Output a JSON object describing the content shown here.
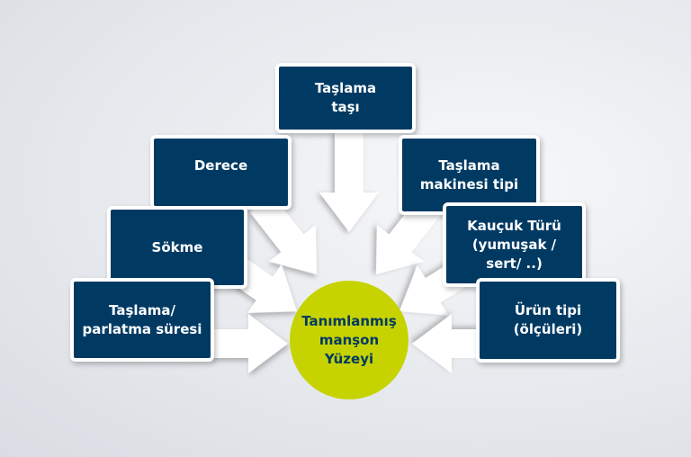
{
  "diagram": {
    "center": {
      "lines": [
        "Tanımlanmış",
        "manşon",
        "Yüzeyi"
      ]
    },
    "factors": [
      {
        "id": "tasi",
        "lines": [
          "Taşlama",
          "taşı"
        ]
      },
      {
        "id": "derece",
        "lines": [
          "Derece"
        ]
      },
      {
        "id": "sokme",
        "lines": [
          "Sökme"
        ]
      },
      {
        "id": "sure",
        "lines": [
          "Taşlama/",
          "parlatma süresi"
        ]
      },
      {
        "id": "makine",
        "lines": [
          "Taşlama",
          "makinesi tipi"
        ]
      },
      {
        "id": "kaucuk",
        "lines": [
          "Kauçuk Türü",
          "(yumuşak /",
          "sert/ ..)"
        ]
      },
      {
        "id": "urun",
        "lines": [
          "Ürün tipi",
          "(ölçüleri)"
        ]
      }
    ],
    "colors": {
      "box": "#003a63",
      "center": "#c6d300",
      "arrow": "#ffffff"
    }
  }
}
